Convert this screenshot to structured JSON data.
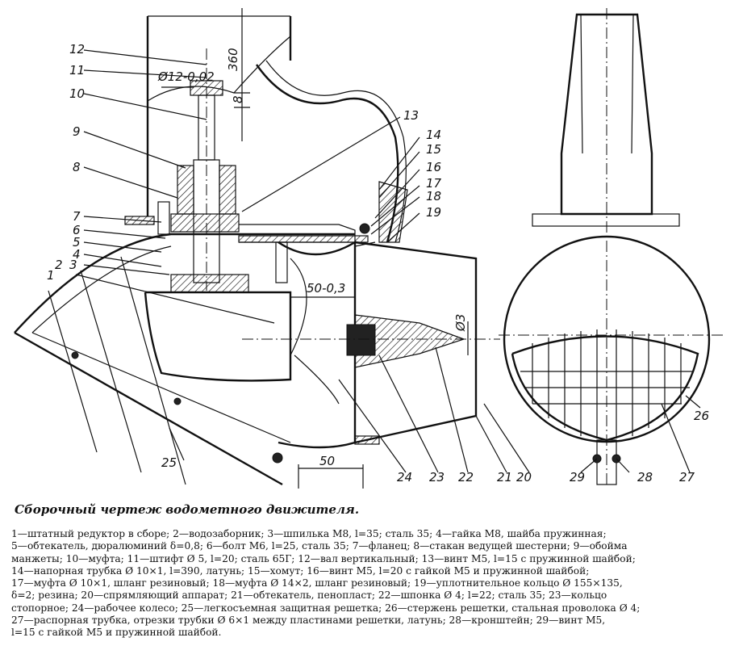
{
  "callouts": {
    "front": [
      "1",
      "2",
      "3",
      "4",
      "5",
      "6",
      "7",
      "8",
      "9",
      "10",
      "11",
      "12",
      "13",
      "14",
      "15",
      "16",
      "17",
      "18",
      "19",
      "20",
      "21",
      "22",
      "23",
      "24",
      "25"
    ],
    "side": [
      "26",
      "27",
      "28",
      "29"
    ]
  },
  "dimensions": {
    "d12": "Ø12-0,02",
    "d360": "360",
    "d8": "8",
    "d50a": "50-0,3",
    "d3": "Ø3",
    "d50b": "50"
  },
  "caption": "Сборочный чертеж водометного движителя.",
  "legend_lines": [
    "1—штатный редуктор в сборе; 2—водозаборник; 3—шпилька М8, l=35; сталь 35; 4—гайка М8, шайба пружинная;",
    "5—обтекатель, дюралюминий δ=0,8; 6—болт М6, l=25, сталь 35; 7—фланец; 8—стакан ведущей шестерни; 9—обойма",
    "манжеты; 10—муфта; 11—штифт Ø 5, l=20; сталь 65Г; 12—вал вертикальный; 13—винт М5, l=15 с пружинной шайбой;",
    "14—напорная трубка Ø 10×1, l=390, латунь; 15—хомут; 16—винт М5, l=20 с гайкой М5 и пружинной шайбой;",
    "17—муфта Ø 10×1, шланг резиновый; 18—муфта Ø 14×2, шланг резиновый; 19—уплотнительное кольцо Ø 155×135,",
    "δ=2; резина; 20—спрямляющий аппарат; 21—обтекатель, пенопласт; 22—шпонка Ø 4; l=22; сталь 35; 23—кольцо",
    "стопорное; 24—рабочее колесо; 25—легкосъемная защитная решетка; 26—стержень решетки, стальная проволока Ø 4;",
    "27—распорная трубка, отрезки трубки Ø 6×1 между пластинами решетки, латунь; 28—кронштейн; 29—винт М5,",
    "l=15 с гайкой М5 и пружинной шайбой."
  ]
}
